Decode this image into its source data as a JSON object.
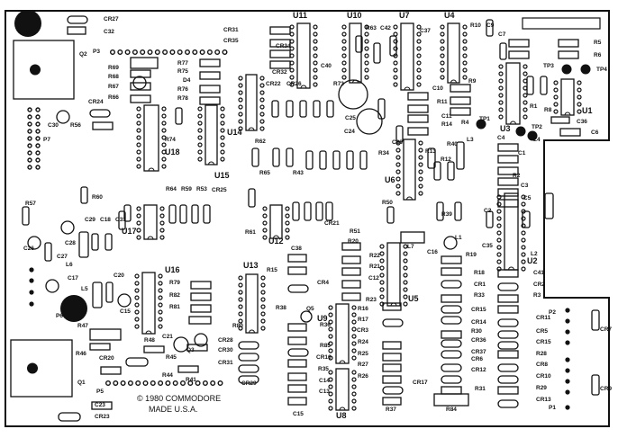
{
  "board": {
    "copyright": "© 1980  COMMODORE",
    "made_in": "MADE      U.S.A.",
    "ink_color": "#111111",
    "background_color": "#ffffff"
  },
  "ic_labels": [
    "U11",
    "U10",
    "U7",
    "U4",
    "U3",
    "U1",
    "U18",
    "U14",
    "U15",
    "U6",
    "U17",
    "U12",
    "U16",
    "U13",
    "U9",
    "U8",
    "U5",
    "U2"
  ],
  "labels": [
    "CR27",
    "C32",
    "P3",
    "Q2",
    "R69",
    "R68",
    "R67",
    "R66",
    "CR24",
    "C30",
    "R56",
    "P7",
    "R77",
    "R75",
    "D4",
    "R76",
    "R78",
    "R74",
    "CR31",
    "CR35",
    "CR34",
    "CR32",
    "CR22",
    "CR26",
    "R62",
    "R65",
    "R43",
    "R64",
    "R59",
    "R53",
    "CR25",
    "R60",
    "R57",
    "C29",
    "C18",
    "C31",
    "R63",
    "C42",
    "C37",
    "R10",
    "C9",
    "C7",
    "R5",
    "R6",
    "TP3",
    "TP4",
    "C40",
    "R73",
    "R9",
    "C10",
    "R11",
    "C11",
    "R14",
    "R4",
    "TP1",
    "C25",
    "C24",
    "TP2",
    "R1",
    "R8",
    "C36",
    "C6",
    "L3",
    "L4",
    "C4",
    "C1",
    "R2",
    "C3",
    "C5",
    "R13",
    "R12",
    "R40",
    "C28",
    "R34",
    "R50",
    "C2",
    "R39",
    "C26",
    "C28",
    "C27",
    "L6",
    "C17",
    "L5",
    "C20",
    "C15",
    "P6",
    "R47",
    "R46",
    "CR20",
    "Q1",
    "P5",
    "C23",
    "CR23",
    "R61",
    "R79",
    "R82",
    "R81",
    "R80",
    "C21",
    "R48",
    "Q3",
    "CR28",
    "CR30",
    "CR31",
    "R45",
    "R44",
    "R41",
    "CR29",
    "C38",
    "R15",
    "R38",
    "Q5",
    "C15",
    "CR21",
    "R51",
    "R20",
    "L7",
    "C16",
    "R22",
    "R21",
    "C12",
    "R19",
    "C35",
    "L2",
    "R23",
    "R18",
    "C41",
    "CR1",
    "CR2",
    "R33",
    "R3",
    "R16",
    "R17",
    "CR3",
    "CR15",
    "CR14",
    "R30",
    "CR36",
    "CR37",
    "CR11",
    "CR5",
    "CR15",
    "R28",
    "CR8",
    "CR10",
    "R29",
    "CR13",
    "R24",
    "R25",
    "R27",
    "R26",
    "CR17",
    "R31",
    "R37",
    "R84",
    "CR6",
    "CR12",
    "P2",
    "CR7",
    "CR9",
    "P1",
    "R36",
    "R85",
    "CR16",
    "R35",
    "C14",
    "C13",
    "CR4",
    "L1"
  ]
}
